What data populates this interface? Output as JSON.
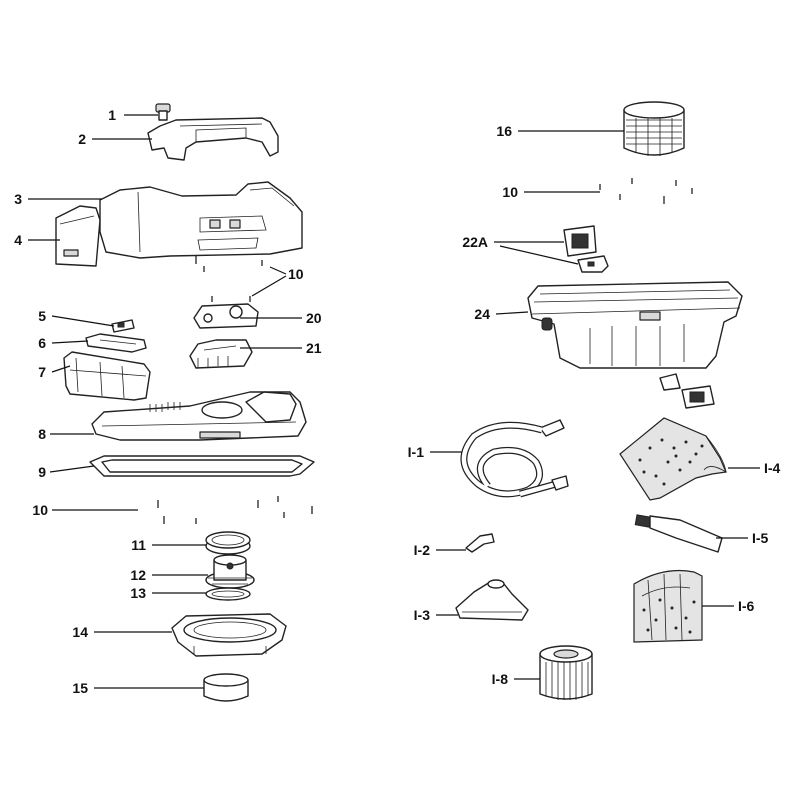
{
  "callouts": {
    "c1": "1",
    "c2": "2",
    "c3": "3",
    "c4": "4",
    "c10a": "10",
    "c5": "5",
    "c20": "20",
    "c6": "6",
    "c21": "21",
    "c7": "7",
    "c8": "8",
    "c9": "9",
    "c10b": "10",
    "c11": "11",
    "c12": "12",
    "c13": "13",
    "c14": "14",
    "c15": "15",
    "c16": "16",
    "c10c": "10",
    "c22a": "22A",
    "c24": "24",
    "ci1": "I-1",
    "ci4": "I-4",
    "ci2": "I-2",
    "ci5": "I-5",
    "ci3": "I-3",
    "ci6": "I-6",
    "ci8": "I-8"
  }
}
